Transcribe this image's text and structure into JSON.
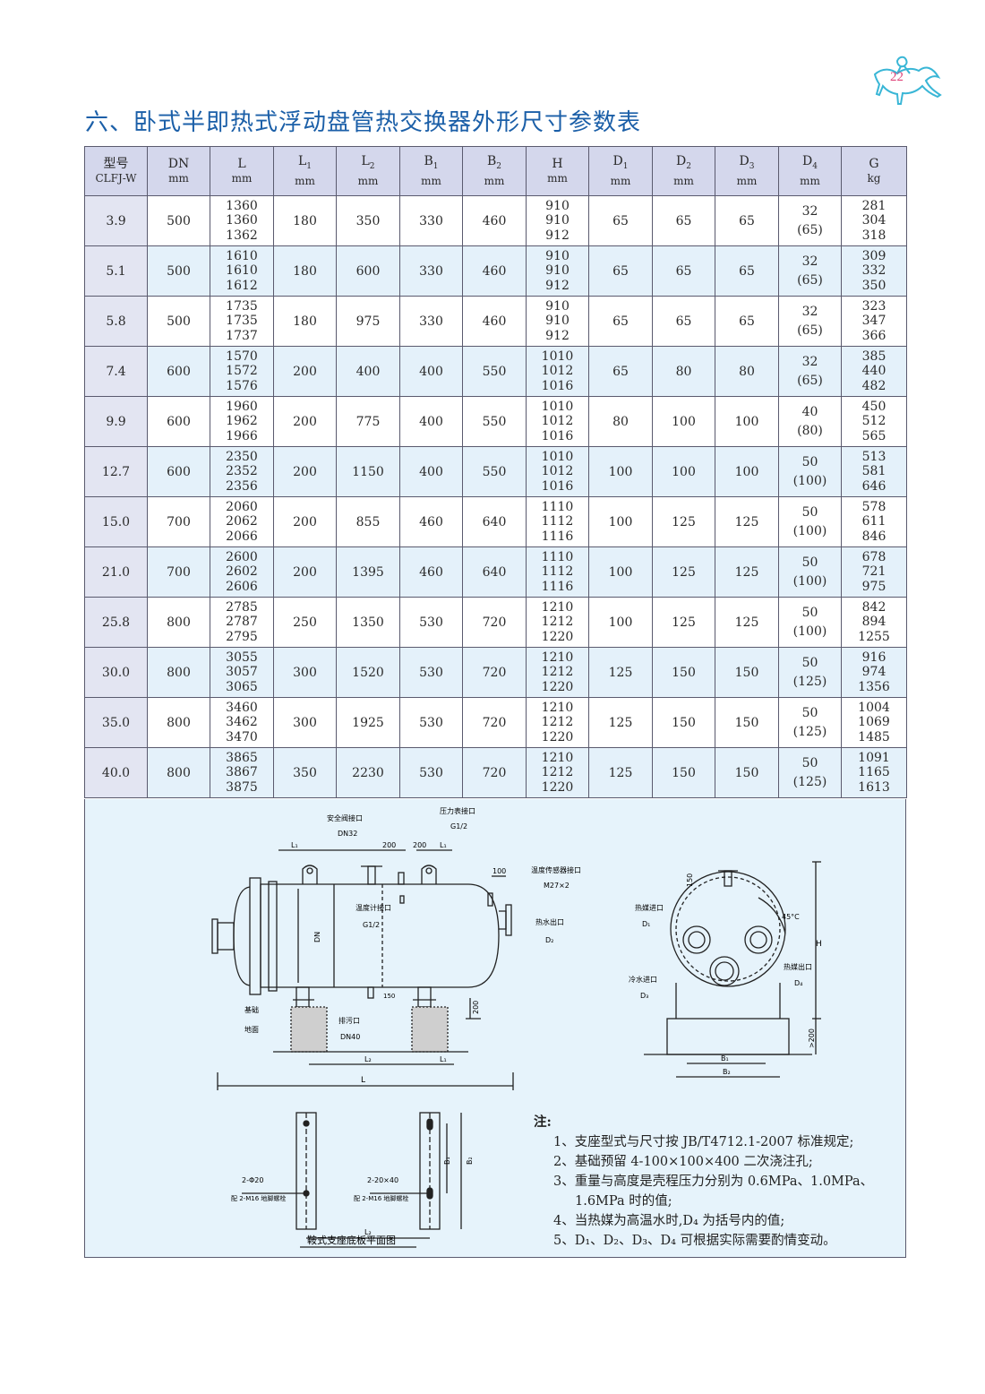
{
  "page_number": "22",
  "title": "六、卧式半即热式浮动盘管热交换器外形尺寸参数表",
  "table": {
    "headers": [
      {
        "top": "型号",
        "sub": "",
        "unit": "CLFJ-W"
      },
      {
        "top": "DN",
        "sub": "",
        "unit": "mm"
      },
      {
        "top": "L",
        "sub": "",
        "unit": "mm"
      },
      {
        "top": "L",
        "sub": "1",
        "unit": "mm"
      },
      {
        "top": "L",
        "sub": "2",
        "unit": "mm"
      },
      {
        "top": "B",
        "sub": "1",
        "unit": "mm"
      },
      {
        "top": "B",
        "sub": "2",
        "unit": "mm"
      },
      {
        "top": "H",
        "sub": "",
        "unit": "mm"
      },
      {
        "top": "D",
        "sub": "1",
        "unit": "mm"
      },
      {
        "top": "D",
        "sub": "2",
        "unit": "mm"
      },
      {
        "top": "D",
        "sub": "3",
        "unit": "mm"
      },
      {
        "top": "D",
        "sub": "4",
        "unit": "mm"
      },
      {
        "top": "G",
        "sub": "",
        "unit": "kg"
      }
    ],
    "rows": [
      {
        "model": "3.9",
        "dn": "500",
        "l": [
          "1360",
          "1360",
          "1362"
        ],
        "l1": "180",
        "l2": "350",
        "b1": "330",
        "b2": "460",
        "h": [
          "910",
          "910",
          "912"
        ],
        "d1": "65",
        "d2": "65",
        "d3": "65",
        "d4": [
          "32",
          "(65)"
        ],
        "g": [
          "281",
          "304",
          "318"
        ]
      },
      {
        "model": "5.1",
        "dn": "500",
        "l": [
          "1610",
          "1610",
          "1612"
        ],
        "l1": "180",
        "l2": "600",
        "b1": "330",
        "b2": "460",
        "h": [
          "910",
          "910",
          "912"
        ],
        "d1": "65",
        "d2": "65",
        "d3": "65",
        "d4": [
          "32",
          "(65)"
        ],
        "g": [
          "309",
          "332",
          "350"
        ]
      },
      {
        "model": "5.8",
        "dn": "500",
        "l": [
          "1735",
          "1735",
          "1737"
        ],
        "l1": "180",
        "l2": "975",
        "b1": "330",
        "b2": "460",
        "h": [
          "910",
          "910",
          "912"
        ],
        "d1": "65",
        "d2": "65",
        "d3": "65",
        "d4": [
          "32",
          "(65)"
        ],
        "g": [
          "323",
          "347",
          "366"
        ]
      },
      {
        "model": "7.4",
        "dn": "600",
        "l": [
          "1570",
          "1572",
          "1576"
        ],
        "l1": "200",
        "l2": "400",
        "b1": "400",
        "b2": "550",
        "h": [
          "1010",
          "1012",
          "1016"
        ],
        "d1": "65",
        "d2": "80",
        "d3": "80",
        "d4": [
          "32",
          "(65)"
        ],
        "g": [
          "385",
          "440",
          "482"
        ]
      },
      {
        "model": "9.9",
        "dn": "600",
        "l": [
          "1960",
          "1962",
          "1966"
        ],
        "l1": "200",
        "l2": "775",
        "b1": "400",
        "b2": "550",
        "h": [
          "1010",
          "1012",
          "1016"
        ],
        "d1": "80",
        "d2": "100",
        "d3": "100",
        "d4": [
          "40",
          "(80)"
        ],
        "g": [
          "450",
          "512",
          "565"
        ]
      },
      {
        "model": "12.7",
        "dn": "600",
        "l": [
          "2350",
          "2352",
          "2356"
        ],
        "l1": "200",
        "l2": "1150",
        "b1": "400",
        "b2": "550",
        "h": [
          "1010",
          "1012",
          "1016"
        ],
        "d1": "100",
        "d2": "100",
        "d3": "100",
        "d4": [
          "50",
          "(100)"
        ],
        "g": [
          "513",
          "581",
          "646"
        ]
      },
      {
        "model": "15.0",
        "dn": "700",
        "l": [
          "2060",
          "2062",
          "2066"
        ],
        "l1": "200",
        "l2": "855",
        "b1": "460",
        "b2": "640",
        "h": [
          "1110",
          "1112",
          "1116"
        ],
        "d1": "100",
        "d2": "125",
        "d3": "125",
        "d4": [
          "50",
          "(100)"
        ],
        "g": [
          "578",
          "611",
          "846"
        ]
      },
      {
        "model": "21.0",
        "dn": "700",
        "l": [
          "2600",
          "2602",
          "2606"
        ],
        "l1": "200",
        "l2": "1395",
        "b1": "460",
        "b2": "640",
        "h": [
          "1110",
          "1112",
          "1116"
        ],
        "d1": "100",
        "d2": "125",
        "d3": "125",
        "d4": [
          "50",
          "(100)"
        ],
        "g": [
          "678",
          "721",
          "975"
        ]
      },
      {
        "model": "25.8",
        "dn": "800",
        "l": [
          "2785",
          "2787",
          "2795"
        ],
        "l1": "250",
        "l2": "1350",
        "b1": "530",
        "b2": "720",
        "h": [
          "1210",
          "1212",
          "1220"
        ],
        "d1": "100",
        "d2": "125",
        "d3": "125",
        "d4": [
          "50",
          "(100)"
        ],
        "g": [
          "842",
          "894",
          "1255"
        ]
      },
      {
        "model": "30.0",
        "dn": "800",
        "l": [
          "3055",
          "3057",
          "3065"
        ],
        "l1": "300",
        "l2": "1520",
        "b1": "530",
        "b2": "720",
        "h": [
          "1210",
          "1212",
          "1220"
        ],
        "d1": "125",
        "d2": "150",
        "d3": "150",
        "d4": [
          "50",
          "(125)"
        ],
        "g": [
          "916",
          "974",
          "1356"
        ]
      },
      {
        "model": "35.0",
        "dn": "800",
        "l": [
          "3460",
          "3462",
          "3470"
        ],
        "l1": "300",
        "l2": "1925",
        "b1": "530",
        "b2": "720",
        "h": [
          "1210",
          "1212",
          "1220"
        ],
        "d1": "125",
        "d2": "150",
        "d3": "150",
        "d4": [
          "50",
          "(125)"
        ],
        "g": [
          "1004",
          "1069",
          "1485"
        ]
      },
      {
        "model": "40.0",
        "dn": "800",
        "l": [
          "3865",
          "3867",
          "3875"
        ],
        "l1": "350",
        "l2": "2230",
        "b1": "530",
        "b2": "720",
        "h": [
          "1210",
          "1212",
          "1220"
        ],
        "d1": "125",
        "d2": "150",
        "d3": "150",
        "d4": [
          "50",
          "(125)"
        ],
        "g": [
          "1091",
          "1165",
          "1613"
        ]
      }
    ]
  },
  "drawing": {
    "safety_valve": "安全阀接口",
    "safety_valve_size": "DN32",
    "pressure_gauge": "压力表接口",
    "pressure_gauge_size": "G1/2",
    "temp_sensor": "温度传感器接口",
    "temp_sensor_size": "M27×2",
    "thermometer": "温度计接口",
    "thermometer_size": "G1/2",
    "hot_water_out": "热水出口",
    "drain": "排污口",
    "drain_size": "DN40",
    "foundation": "基础",
    "ground": "地面",
    "heat_in": "热媒进口",
    "heat_out": "热媒出口",
    "cold_in": "冷水进口",
    "dim_200": "200",
    "dim_100": "100",
    "dim_150": "150",
    "dim_gt200": ">200",
    "angle": "45°C",
    "lbl_L": "L",
    "lbl_L1": "L₁",
    "lbl_L2": "L₂",
    "lbl_DN": "DN",
    "lbl_H": "H",
    "lbl_B1": "B₁",
    "lbl_B2": "B₂",
    "lbl_D1": "D₁",
    "lbl_D2": "D₂",
    "lbl_D3": "D₃",
    "lbl_D4": "D₄",
    "hole_note": "2-Φ20",
    "bolt_note": "配 2-M16 地脚螺栓",
    "slot_note": "2-20×40",
    "plan_title": "鞍式支座底板平面图"
  },
  "notes": {
    "heading": "注:",
    "items": [
      "1、支座型式与尺寸按 JB/T4712.1-2007 标准规定;",
      "2、基础预留 4-100×100×400 二次浇注孔;",
      "3、重量与高度是壳程压力分别为 0.6MPa、1.0MPa、",
      "1.6MPa 时的值;",
      "4、当热媒为高温水时,D₄ 为括号内的值;",
      "5、D₁、D₂、D₃、D₄ 可根据实际需要酌情变动。"
    ]
  }
}
